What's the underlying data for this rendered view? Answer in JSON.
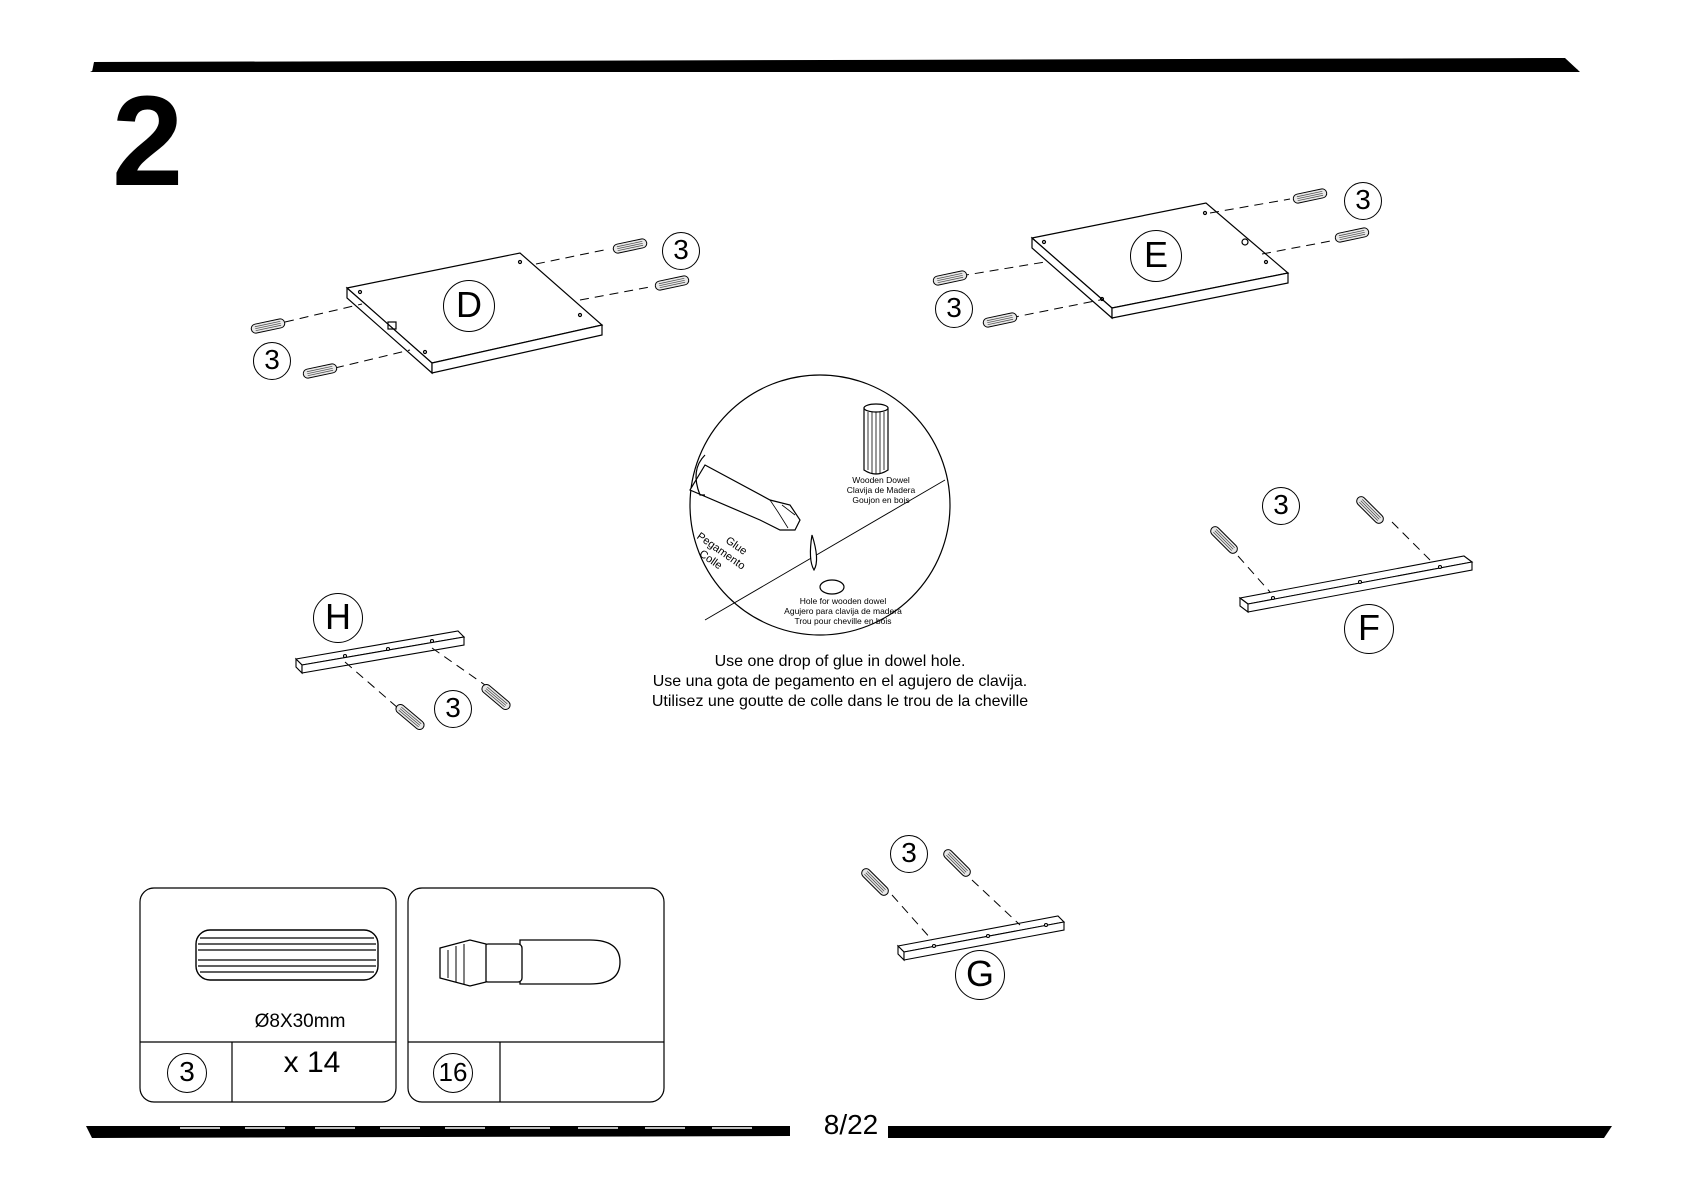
{
  "step_number": "2",
  "parts": {
    "D": "D",
    "E": "E",
    "F": "F",
    "G": "G",
    "H": "H"
  },
  "dowel_callout": "3",
  "detail": {
    "dowel_label": [
      "Wooden Dowel",
      "Clavija de Madera",
      "Goujon en bois"
    ],
    "glue_label": [
      "Glue",
      "Pegamento",
      "Colle"
    ],
    "hole_label": [
      "Hole for wooden dowel",
      "Agujero para clavija de madera",
      "Trou pour cheville en bois"
    ]
  },
  "instructions": [
    "Use one drop of glue in dowel hole.",
    "Use una gota de pegamento en el agujero de clavija.",
    "Utilisez une goutte de colle dans le trou de la cheville"
  ],
  "hardware": {
    "dowel": {
      "callout": "3",
      "size": "Ø8X30mm",
      "quantity": "x 14"
    },
    "glue": {
      "callout": "16"
    }
  },
  "page_number": "8/22"
}
